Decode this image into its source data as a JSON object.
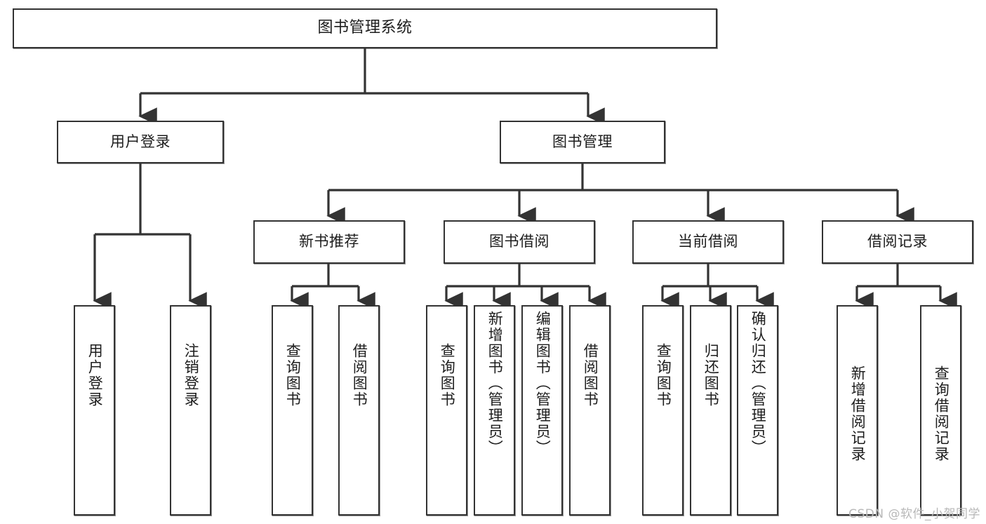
{
  "diagram": {
    "title": "图书管理系统",
    "type": "tree",
    "background": "#ffffff",
    "line_color": "#333333",
    "box_fill": "#ffffff",
    "watermark": "CSDN @软件_小贺同学",
    "levels": {
      "level0_label": "图书管理系统",
      "level1_labels": [
        "用户登录",
        "图书管理"
      ],
      "level2_labels": [
        "新书推荐",
        "图书借阅",
        "当前借阅",
        "借阅记录"
      ]
    },
    "nodes": {
      "root": {
        "label": "图书管理系统"
      },
      "user_login": {
        "label": "用户登录"
      },
      "book_manage": {
        "label": "图书管理"
      },
      "new_book_rec": {
        "label": "新书推荐"
      },
      "book_borrow": {
        "label": "图书借阅"
      },
      "current_borrow": {
        "label": "当前借阅"
      },
      "borrow_record": {
        "label": "借阅记录"
      },
      "leaf_user_login": {
        "label": "用户登录"
      },
      "leaf_user_logout": {
        "label": "注销登录"
      },
      "leaf_nbr_query": {
        "label": "查询图书"
      },
      "leaf_nbr_borrow": {
        "label": "借阅图书"
      },
      "leaf_bb_query": {
        "label": "查询图书"
      },
      "leaf_bb_add": {
        "label": "新增图书（管理员）"
      },
      "leaf_bb_edit": {
        "label": "编辑图书（管理员）"
      },
      "leaf_bb_borrow": {
        "label": "借阅图书"
      },
      "leaf_cb_query": {
        "label": "查询图书"
      },
      "leaf_cb_return": {
        "label": "归还图书"
      },
      "leaf_cb_confirm": {
        "label": "确认归还（管理员）"
      },
      "leaf_br_add": {
        "label": "新增借阅记录"
      },
      "leaf_br_query": {
        "label": "查询借阅记录"
      }
    }
  }
}
